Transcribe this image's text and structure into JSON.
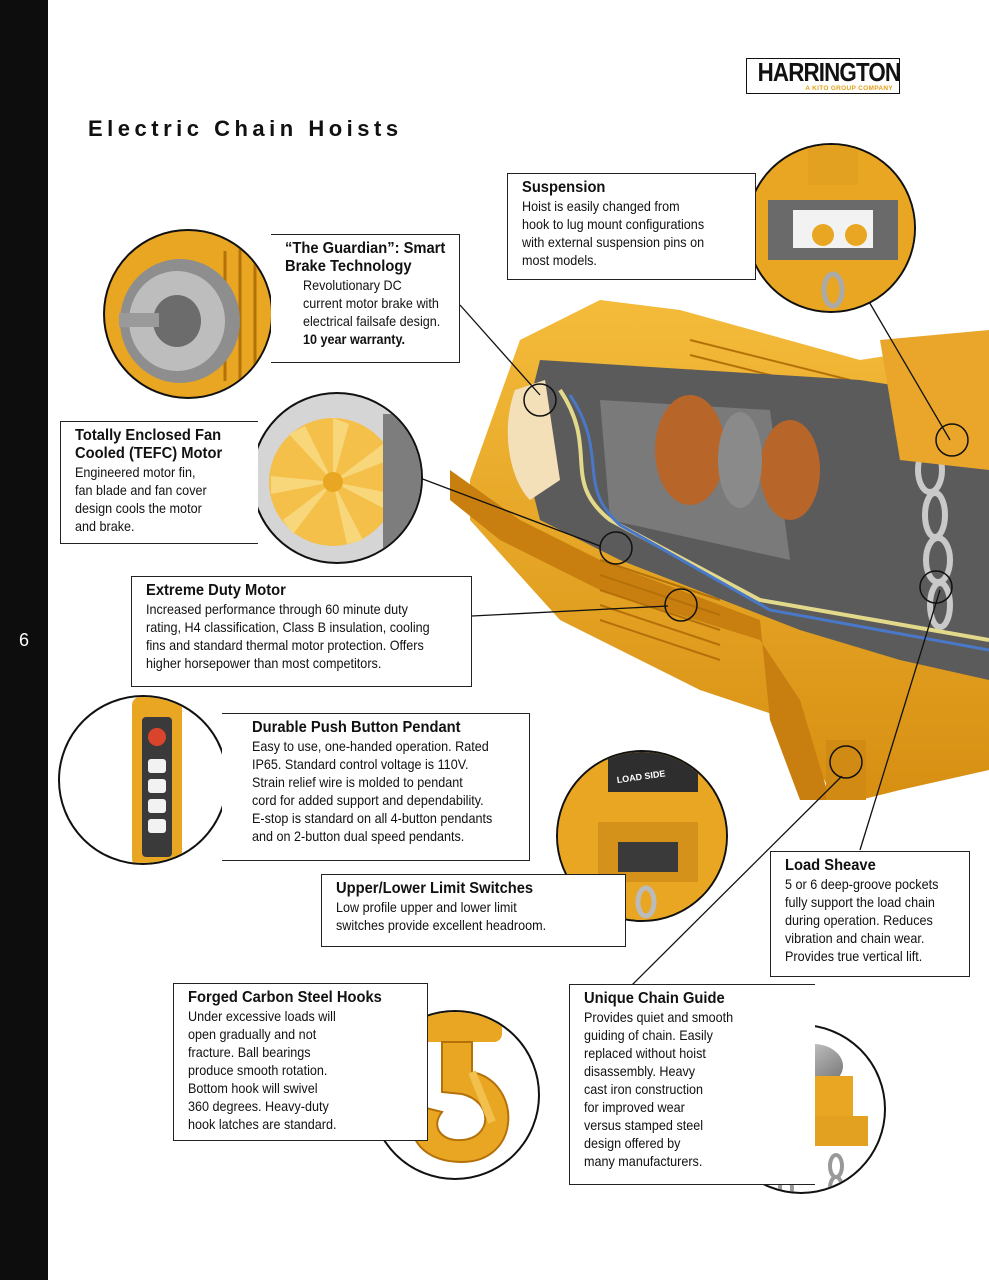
{
  "page": {
    "number": "6",
    "title": "Electric Chain Hoists"
  },
  "logo": {
    "brand": "HARRINGTON",
    "tagline": "A KITO GROUP COMPANY"
  },
  "colors": {
    "accent": "#e8a623",
    "sidebar": "#0d0d0d",
    "text": "#111111"
  },
  "callouts": {
    "suspension": {
      "title": "Suspension",
      "body": "Hoist is easily changed from\nhook to lug mount configurations\nwith external suspension pins on\nmost models."
    },
    "guardian": {
      "title": "“The Guardian”: Smart\n  Brake Technology",
      "body": "Revolutionary DC\ncurrent motor brake with\nelectrical failsafe design.",
      "emphasis": "10 year warranty."
    },
    "tefc": {
      "title": "Totally Enclosed Fan\nCooled (TEFC) Motor",
      "body": "Engineered motor fin,\nfan blade and fan cover\ndesign cools the motor\nand brake."
    },
    "extreme_motor": {
      "title": "Extreme Duty Motor",
      "body": "Increased performance through 60 minute duty\nrating, H4 classification, Class B insulation, cooling\nfins and standard thermal motor protection. Offers\nhigher horsepower than most competitors."
    },
    "pendant": {
      "title": "Durable Push Button Pendant",
      "body": "  Easy to use, one-handed operation. Rated\n   IP65. Standard control voltage is 110V.\n   Strain relief wire is molded to pendant\n   cord for added support and dependability.\n  E-stop is standard on all 4-button pendants\nand on 2-button dual speed pendants."
    },
    "limit_switches": {
      "title": "Upper/Lower Limit Switches",
      "body": "Low profile upper and lower limit\nswitches provide excellent headroom."
    },
    "load_sheave": {
      "title": "Load Sheave",
      "body": "5 or 6 deep-groove pockets\nfully support the load chain\nduring operation. Reduces\nvibration and chain wear.\nProvides true vertical lift."
    },
    "hooks": {
      "title": "Forged Carbon Steel Hooks",
      "body": "Under excessive loads will\nopen gradually and not\nfracture. Ball bearings\nproduce smooth rotation.\nBottom hook will swivel\n360 degrees. Heavy-duty\nhook latches are standard."
    },
    "chain_guide": {
      "title": "Unique Chain Guide",
      "body": "Provides quiet and smooth\nguiding of chain. Easily\nreplaced without hoist\ndisassembly. Heavy\ncast iron construction\nfor improved wear\nversus stamped steel\ndesign offered by\nmany manufacturers."
    }
  },
  "labels": {
    "load_side": "LOAD SIDE"
  }
}
